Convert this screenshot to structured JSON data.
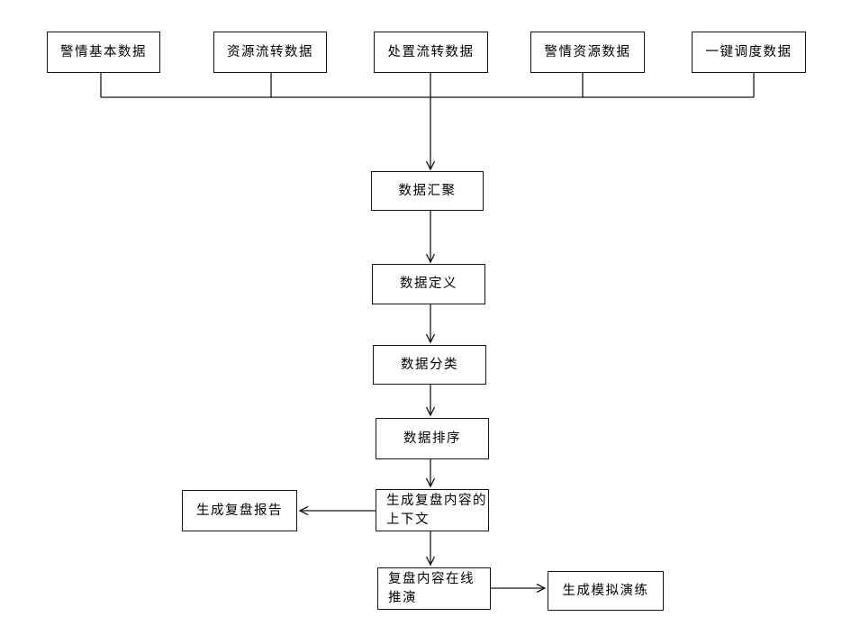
{
  "palette": {
    "line_color": "#161616",
    "box_border_color": "#161616",
    "background": "#ffffff",
    "text_color": "#000000"
  },
  "sources": [
    {
      "label": "警情基本数据"
    },
    {
      "label": "资源流转数据"
    },
    {
      "label": "处置流转数据"
    },
    {
      "label": "警情资源数据"
    },
    {
      "label": "一键调度数据"
    }
  ],
  "pipeline": {
    "aggregation": {
      "label": "数据汇聚"
    },
    "definition": {
      "label": "数据定义"
    },
    "classification": {
      "label": "数据分类"
    },
    "sorting": {
      "label": "数据排序"
    },
    "context": {
      "label": "生成复盘内容的上下文",
      "line1": "生成复盘内容的",
      "line2": "上下文"
    },
    "deduction": {
      "label": "复盘内容在线推演",
      "line1": "复盘内容在线",
      "line2": "推演"
    }
  },
  "outputs": {
    "replay_report": {
      "label": "生成复盘报告"
    },
    "simulation_drill": {
      "label": "生成模拟演练"
    }
  }
}
